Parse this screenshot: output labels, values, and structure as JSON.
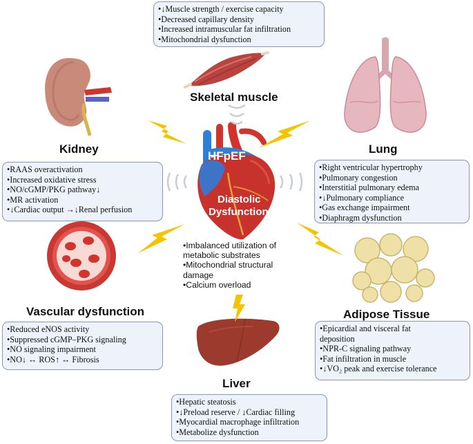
{
  "center": {
    "heart_title": "HFpEF",
    "heart_subtitle_line1": "Diastolic",
    "heart_subtitle_line2": "Dysfunction",
    "mechanisms": [
      "•Imbalanced utilization of",
      "metabolic substrates",
      "•Mitochondrial structural",
      "damage",
      "•Calcium overload"
    ]
  },
  "skeletal_muscle": {
    "title": "Skeletal muscle",
    "items": [
      "•↓Muscle strength / exercise capacity",
      "•Decreased capillary density",
      "•Increased intramuscular fat infiltration",
      "•Mitochondrial dysfunction"
    ]
  },
  "kidney": {
    "title": "Kidney",
    "items": [
      "•RAAS overactivation",
      "•Increased oxidative stress",
      "•NO/cGMP/PKG pathway↓",
      "•MR activation",
      "•↓Cardiac output →↓Renal perfusion"
    ]
  },
  "lung": {
    "title": "Lung",
    "items": [
      "•Right ventricular hypertrophy",
      "•Pulmonary congestion",
      "•Interstitial pulmonary edema",
      "•↓Pulmonary compliance",
      "•Gas exchange impairment",
      "•Diaphragm dysfunction"
    ]
  },
  "vascular": {
    "title": "Vascular dysfunction",
    "items": [
      "•Reduced eNOS activity",
      "•Suppressed cGMP–PKG signaling",
      "•NO signaling impairment",
      "•NO↓ ↔ ROS↑ ↔ Fibrosis"
    ]
  },
  "adipose": {
    "title": "Adipose Tissue",
    "items": [
      "•Epicardial and visceral fat",
      "deposition",
      "•NPR-C signaling pathway",
      "•Fat infiltration in muscle",
      "•↓VO₂ peak and exercise tolerance"
    ]
  },
  "liver": {
    "title": "Liver",
    "items": [
      "•Hepatic steatosis",
      "•↓Preload reserve / ↓Cardiac filling",
      "•Myocardial macrophage infiltration",
      "•Metabolize dysfunction"
    ]
  },
  "colors": {
    "box_fill": "#eef2fb",
    "box_border": "#8a94b3",
    "lightning": "#f5c400",
    "heart_red": "#c8322c",
    "heart_blue": "#2f7fd6"
  }
}
